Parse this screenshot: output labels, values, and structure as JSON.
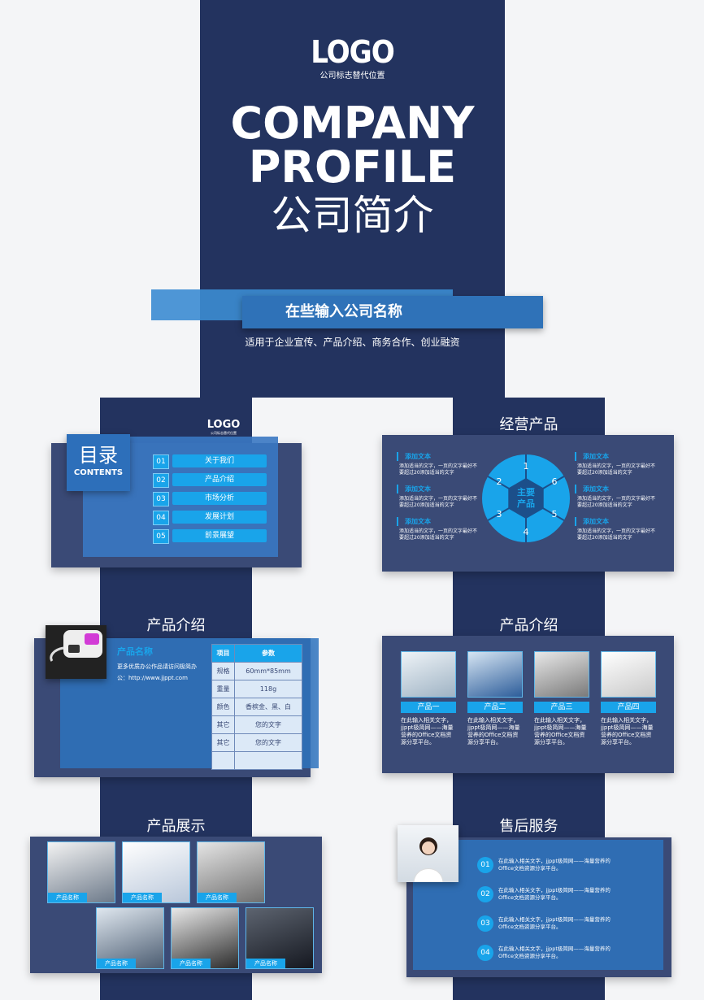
{
  "cover": {
    "logo": "LOGO",
    "logo_sub": "公司标志替代位置",
    "title1": "COMPANY",
    "title2": "PROFILE",
    "title_cn": "公司简介",
    "company_name": "在些输入公司名称",
    "subtitle": "适用于企业宣传、产品介绍、商务合作、创业融资"
  },
  "contents": {
    "logo": "LOGO",
    "logo_sub": "公司标志替代位置",
    "heading": "目录",
    "heading_en": "CONTENTS",
    "items": [
      {
        "num": "01",
        "label": "关于我们"
      },
      {
        "num": "02",
        "label": "产品介绍"
      },
      {
        "num": "03",
        "label": "市场分析"
      },
      {
        "num": "04",
        "label": "发展计划"
      },
      {
        "num": "05",
        "label": "前景展望"
      }
    ]
  },
  "business": {
    "title": "经营产品",
    "center": "主要\n产品",
    "segments": [
      "1",
      "6",
      "5",
      "4",
      "3",
      "2"
    ],
    "left": [
      {
        "head": "添加文本",
        "body": "添加适当的文字，一页的文字最好不要超过20添加适当的文字"
      },
      {
        "head": "添加文本",
        "body": "添加适当的文字，一页的文字最好不要超过20添加适当的文字"
      },
      {
        "head": "添加文本",
        "body": "添加适当的文字，一页的文字最好不要超过20添加适当的文字"
      }
    ],
    "right": [
      {
        "head": "添加文本",
        "body": "添加适当的文字，一页的文字最好不要超过20添加适当的文字"
      },
      {
        "head": "添加文本",
        "body": "添加适当的文字，一页的文字最好不要超过20添加适当的文字"
      },
      {
        "head": "添加文本",
        "body": "添加适当的文字，一页的文字最好不要超过20添加适当的文字"
      }
    ]
  },
  "intro1": {
    "title": "产品介绍",
    "product_name": "产品名称",
    "desc": "更多优质办公作品请访问极简办公：http://www.jjppt.com",
    "table_headers": [
      "项目",
      "参数"
    ],
    "rows": [
      [
        "规格",
        "60mm*85mm"
      ],
      [
        "重量",
        "118g"
      ],
      [
        "颜色",
        "香槟金、黑、白"
      ],
      [
        "其它",
        "您的文字"
      ],
      [
        "其它",
        "您的文字"
      ],
      [
        "",
        ""
      ]
    ]
  },
  "intro2": {
    "title": "产品介绍",
    "products": [
      {
        "label": "产品一",
        "desc": "在此输入相关文字，jjppt极简网——海量营养的Office文档资源分享平台。"
      },
      {
        "label": "产品二",
        "desc": "在此输入相关文字，jjppt极简网——海量营养的Office文档资源分享平台。"
      },
      {
        "label": "产品三",
        "desc": "在此输入相关文字，jjppt极简网——海量营养的Office文档资源分享平台。"
      },
      {
        "label": "产品四",
        "desc": "在此输入相关文字，jjppt极简网——海量营养的Office文档资源分享平台。"
      }
    ]
  },
  "showcase": {
    "title": "产品展示",
    "items": [
      "产品名称",
      "产品名称",
      "产品名称",
      "产品名称",
      "产品名称",
      "产品名称"
    ]
  },
  "service": {
    "title": "售后服务",
    "items": [
      {
        "num": "01",
        "text": "在此输入相关文字，jjppt极简网——海量营养的Office文档资源分享平台。"
      },
      {
        "num": "02",
        "text": "在此输入相关文字，jjppt极简网——海量营养的Office文档资源分享平台。"
      },
      {
        "num": "03",
        "text": "在此输入相关文字，jjppt极简网——海量营养的Office文档资源分享平台。"
      },
      {
        "num": "04",
        "text": "在此输入相关文字，jjppt极简网——海量营养的Office文档资源分享平台。"
      }
    ]
  }
}
